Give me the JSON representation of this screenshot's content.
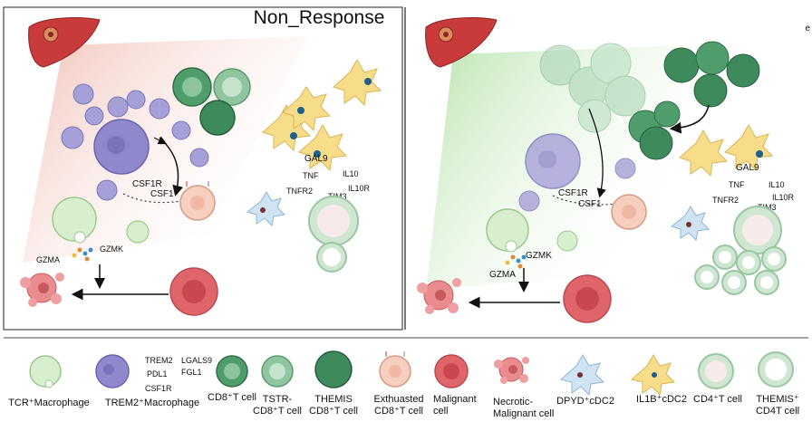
{
  "header": {
    "title": "Non_Response",
    "edge_letter": "e"
  },
  "left_panel": {
    "labels": {
      "csf1r": "CSF1R",
      "csf1": "CSF1",
      "gal9": "GAL9",
      "tnf": "TNF",
      "tnfr2": "TNFR2",
      "il10": "IL10",
      "il10r": "IL10R",
      "tim3": "TIM3",
      "gzmk": "GZMK",
      "gzma": "GZMA"
    }
  },
  "right_panel": {
    "labels": {
      "csf1r": "CSF1R",
      "csf1": "CSF1",
      "gal9": "GAL9",
      "tnf": "TNF",
      "tnfr2": "TNFR2",
      "il10": "IL10",
      "il10r": "IL10R",
      "tim3": "TIM3",
      "gzmk": "GZMK",
      "gzma": "GZMA"
    }
  },
  "legend": {
    "tcr_macrophage": "TCR⁺Macrophage",
    "trem2_macrophage": "TREM2⁺Macrophage",
    "trem2": "TREM2",
    "lgals9": "LGALS9",
    "pdl1": "PDL1",
    "fgl1": "FGL1",
    "csf1r": "CSF1R",
    "cd8_t_cell": "CD8⁺T cell",
    "tstr_line1": "TSTR-",
    "tstr_line2": "CD8⁺T cell",
    "themis_line1": "THEMIS",
    "themis_line2": "CD8⁺T cell",
    "exhausted_line1": "Exthuasted",
    "exhausted_line2": "CD8⁺T cell",
    "malignant_line1": "Malignant",
    "malignant_line2": "cell",
    "necrotic_line1": "Necrotic-",
    "necrotic_line2": "Malignant cell",
    "dpyd_cdc2": "DPYD⁺cDC2",
    "il1b_cdc2": "IL1B⁺cDC2",
    "cd4_t_cell": "CD4⁺T cell",
    "themis_cd4_line1": "THEMIS⁺",
    "themis_cd4_line2": "CD4T cell"
  },
  "colors": {
    "left_gradient": "#f2c7bc",
    "right_gradient": "#bfe6b4",
    "liver": "#c93b3b",
    "trem2_mac": "#9b95d2",
    "tcr_mac": "#d8efcf",
    "cd8": "#4f9d6c",
    "tstr": "#8fc59f",
    "themis": "#3e8a5c",
    "exhausted": "#f6cfbe",
    "malignant": "#e0656b",
    "dc": "#f7dc8a",
    "dpyd": "#cfe3f2",
    "cd4": "#cfe6d2",
    "nucleus_blue": "#1d5f8e"
  }
}
